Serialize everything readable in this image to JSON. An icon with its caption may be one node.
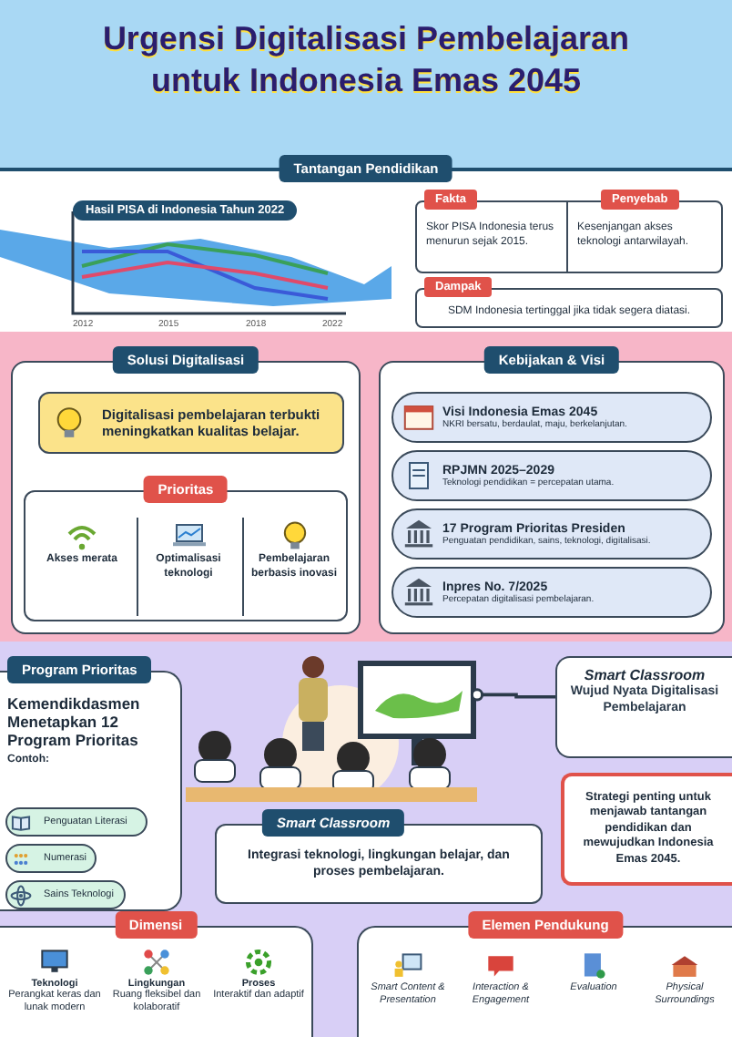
{
  "diagram": {
    "title": "Urgensi Digitalisasi Pembelajaran untuk Indonesia Emas 2045",
    "nodes": [
      {
        "text": [
          "Tantangan Pendidikan"
        ]
      },
      {
        "text": [
          "Hasil PISA di Indonesia Tahun 2022"
        ],
        "in": 0
      },
      {
        "text": [
          "Fakta",
          "Skor PISA Indonesia terus menurun sejak 2015."
        ],
        "in": 0
      },
      {
        "text": [
          "Penyebab",
          "Kesenjangan akses teknologi antarwilayah."
        ],
        "in": 0
      },
      {
        "text": [
          "Dampak",
          "SDM Indonesia tertinggal jika tidak segera diatasi."
        ],
        "in": 0
      },
      {
        "text": [
          "Solusi Digitalisasi"
        ]
      },
      {
        "text": [
          "Digitalisasi pembelajaran terbukti meningkatkan kualitas belajar."
        ],
        "in": 5
      },
      {
        "text": [
          "Prioritas"
        ],
        "in": 5
      },
      {
        "text": [
          "Akses merata"
        ],
        "in": 7
      },
      {
        "text": [
          "Optimalisasi teknologi"
        ],
        "in": 7
      },
      {
        "text": [
          "Pembelajaran berbasis inovasi"
        ],
        "in": 7
      },
      {
        "text": [
          "Kebijakan & Visi"
        ]
      },
      {
        "text": [
          "Visi Indonesia Emas 2045",
          "NKRI bersatu, berdaulat, maju, berkelanjutan."
        ],
        "in": 11
      },
      {
        "text": [
          "RPJMN 2025–2029",
          "Teknologi pendidikan = percepatan utama."
        ],
        "in": 11
      },
      {
        "text": [
          "17 Program Prioritas Presiden",
          "Penguatan pendidikan, sains, teknologi, digitalisasi."
        ],
        "in": 11
      },
      {
        "text": [
          "Inpres No. 7/2025",
          "Percepatan digitalisasi pembelajaran."
        ],
        "in": 11
      },
      {
        "text": [
          "Program Prioritas",
          "Kemendikdasmen Menetapkan 12 Program Prioritas",
          "Contoh:"
        ]
      },
      {
        "text": [
          "Penguatan Literasi"
        ],
        "in": 16
      },
      {
        "text": [
          "Numerasi"
        ],
        "in": 16
      },
      {
        "text": [
          "Sains Teknologi"
        ],
        "in": 16
      },
      {
        "text": [],
        "shape": "picture"
      },
      {
        "text": [
          "Smart Classroom",
          "Integrasi teknologi, lingkungan belajar, dan proses pembelajaran."
        ]
      },
      {
        "text": [
          "Smart Classroom",
          "Wujud Nyata Digitalisasi Pembelajaran"
        ]
      },
      {
        "text": [
          "Strategi penting untuk menjawab tantangan pendidikan dan mewujudkan Indonesia Emas 2045."
        ]
      },
      {
        "text": [
          "Dimensi"
        ]
      },
      {
        "text": [
          "Teknologi",
          "Perangkat keras dan lunak modern"
        ],
        "in": 24
      },
      {
        "text": [
          "Lingkungan",
          "Ruang fleksibel dan kolaboratif"
        ],
        "in": 24
      },
      {
        "text": [
          "Proses",
          "Interaktif dan adaptif"
        ],
        "in": 24
      },
      {
        "text": [
          "Elemen Pendukung"
        ]
      },
      {
        "text": [
          "Smart Content & Presentation"
        ],
        "in": 28
      },
      {
        "text": [
          "Interaction & Engagement"
        ],
        "in": 28
      },
      {
        "text": [
          "Evaluation"
        ],
        "in": 28
      },
      {
        "text": [
          "Physical Surroundings"
        ],
        "in": 28
      }
    ],
    "edges": [
      {
        "from": 22,
        "to": 20,
        "arrow": "other"
      }
    ],
    "labels": [
      "2012",
      "2015",
      "2018",
      "2022"
    ]
  }
}
